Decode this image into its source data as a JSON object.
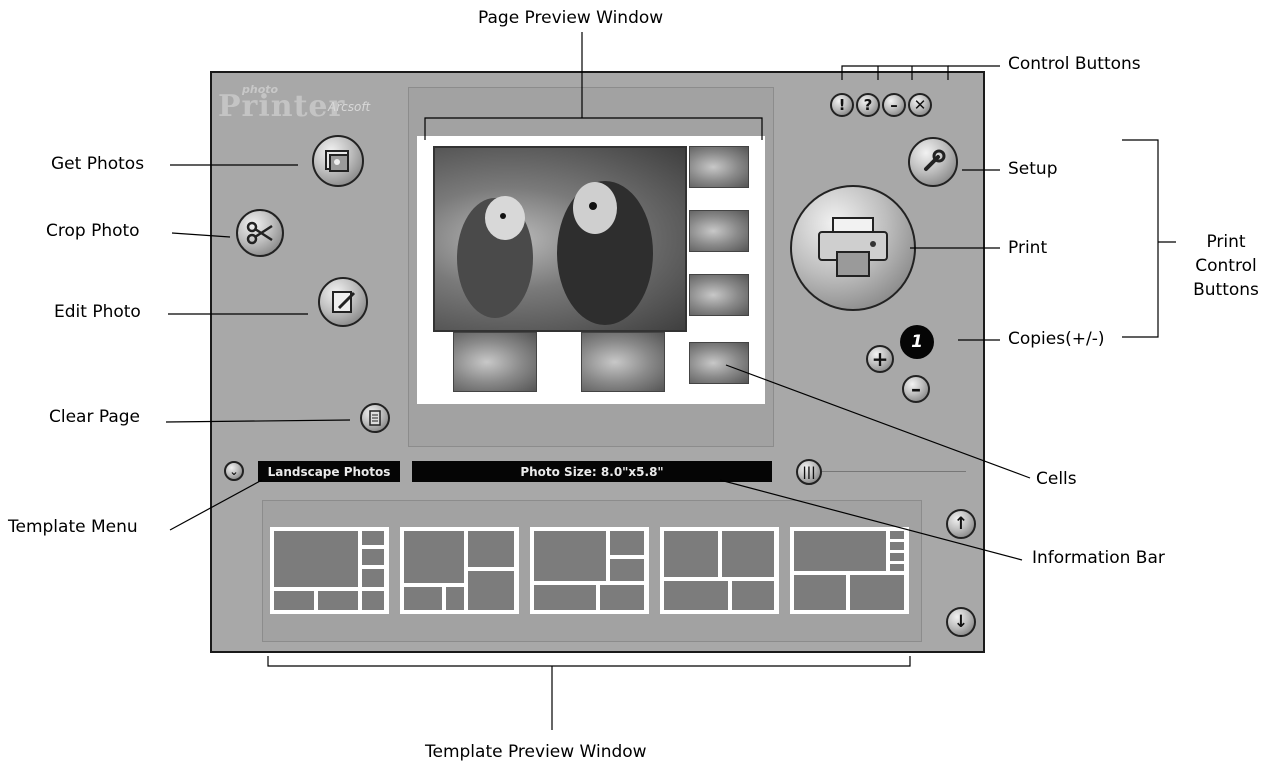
{
  "app": {
    "logo_small": "photo",
    "logo_big": "Printer",
    "logo_signature": "Arcsoft",
    "control_buttons": [
      {
        "name": "info-button",
        "glyph": "!"
      },
      {
        "name": "help-button",
        "glyph": "?"
      },
      {
        "name": "minimize-button",
        "glyph": "–"
      },
      {
        "name": "close-button",
        "glyph": "✕"
      }
    ],
    "copies_value": "1",
    "template_menu_label": "Landscape Photos",
    "info_bar_text": "Photo Size: 8.0\"x5.8\""
  },
  "callouts": {
    "page_preview_window": "Page Preview Window",
    "control_buttons": "Control Buttons",
    "get_photos": "Get Photos",
    "setup": "Setup",
    "crop_photo": "Crop Photo",
    "print": "Print",
    "print_control_buttons": "Print Control Buttons",
    "edit_photo": "Edit Photo",
    "copies": "Copies(+/-)",
    "clear_page": "Clear Page",
    "cells": "Cells",
    "template_menu": "Template Menu",
    "information_bar": "Information Bar",
    "template_preview_window": "Template Preview Window"
  },
  "icons": {
    "get_photos": "photo-folder-icon",
    "crop_photo": "scissors-icon",
    "edit_photo": "pen-edit-icon",
    "clear_page": "clear-page-icon",
    "setup": "wrench-icon",
    "print": "printer-icon",
    "copies_plus": "plus-icon",
    "copies_minus": "minus-icon",
    "template_menu": "chevron-down-icon",
    "slider": "slider-handle-icon",
    "scroll_up": "arrow-up-icon",
    "scroll_down": "arrow-down-icon"
  }
}
